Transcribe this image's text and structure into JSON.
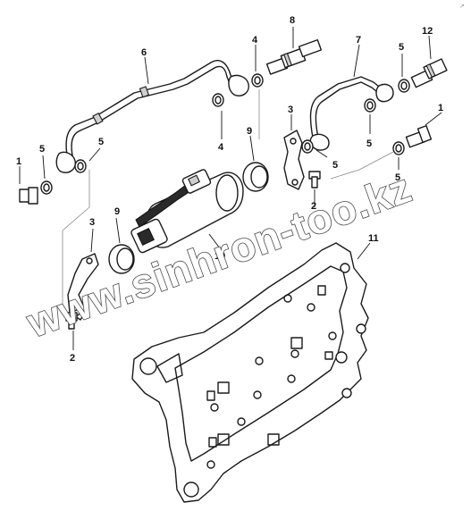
{
  "diagram": {
    "corner_mark": "↗",
    "watermark": "www.sinhron-too.kz",
    "callouts": [
      "1",
      "2",
      "3",
      "4",
      "5",
      "6",
      "7",
      "8",
      "9",
      "10",
      "11",
      "12"
    ]
  }
}
